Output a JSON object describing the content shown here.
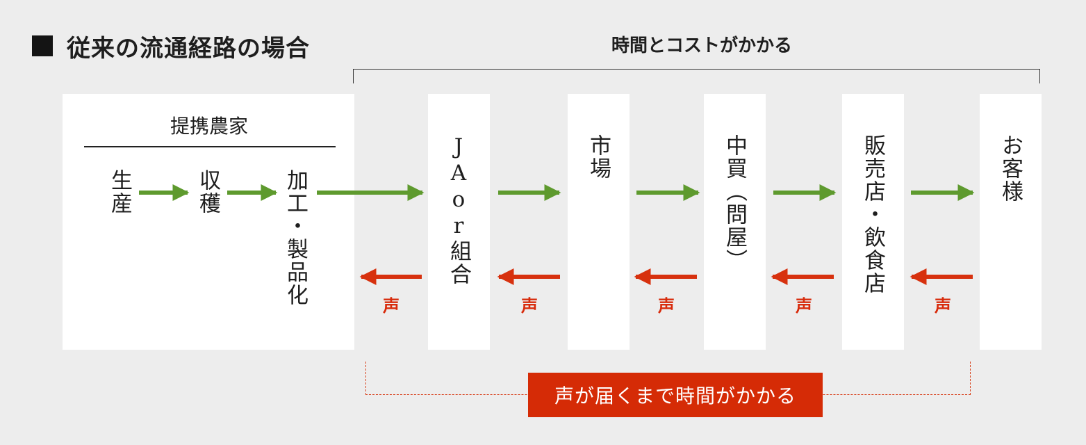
{
  "header": {
    "title": "従来の流通経路の場合",
    "time_note": "時間とコストがかかる"
  },
  "farm": {
    "title": "提携農家",
    "steps": [
      "生産",
      "収穫",
      "加工・製品化"
    ]
  },
  "stages": [
    "JAor組合",
    "市場",
    "中買（問屋）",
    "販売店・飲食店",
    "お客様"
  ],
  "voice_label": "声",
  "callout": "声が届くまで時間がかかる",
  "colors": {
    "forward_arrow": "#5e9a2e",
    "voice_arrow": "#d7310e",
    "callout_bg": "#d52b06"
  }
}
